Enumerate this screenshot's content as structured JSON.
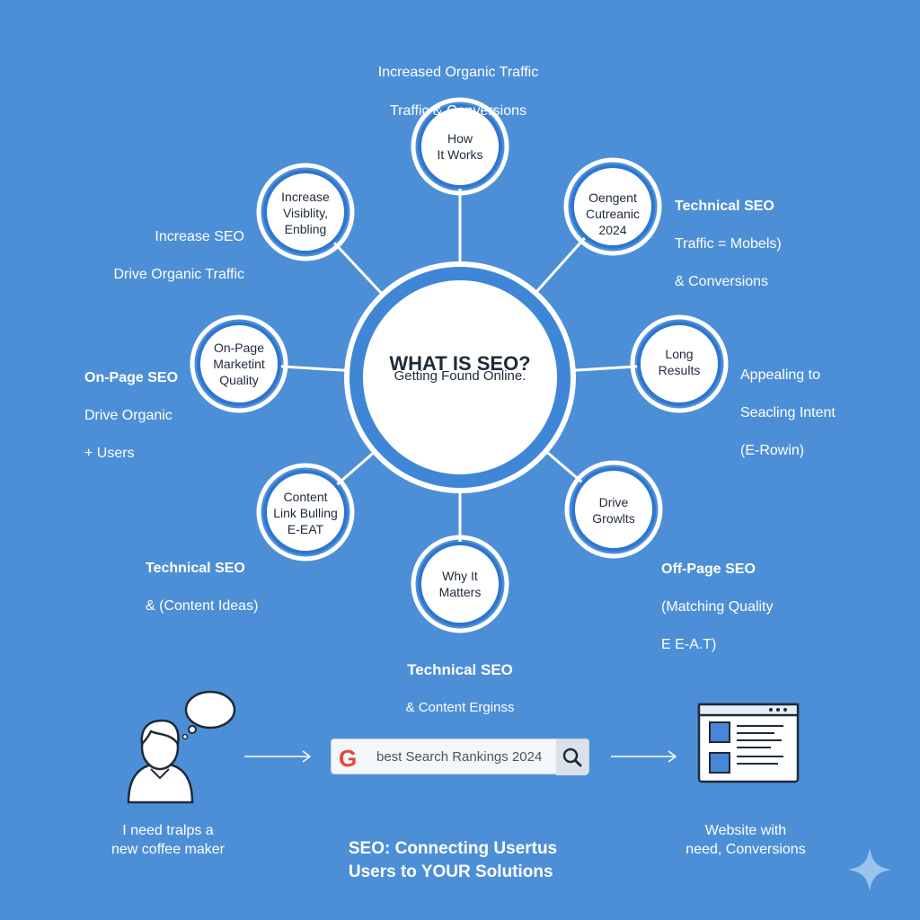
{
  "center": {
    "title": "WHAT IS SEO?",
    "subtitle": "Getting Found Online."
  },
  "nodes": [
    {
      "id": "top",
      "label": "How\nIt Works"
    },
    {
      "id": "top-right",
      "label": "Oengent\nCutreanic\n2024"
    },
    {
      "id": "right",
      "label": "Long\nResults"
    },
    {
      "id": "bottom-right",
      "label": "Drive\nGrowlts"
    },
    {
      "id": "bottom",
      "label": "Why It\nMatters"
    },
    {
      "id": "bottom-left",
      "label": "Content\nLink Bulling\nE-EAT"
    },
    {
      "id": "left",
      "label": "On-Page\nMarketint\nQuality"
    },
    {
      "id": "top-left",
      "label": "Increase\nVisiblity,\nEnbling"
    }
  ],
  "labels": {
    "top": {
      "line1": "Increased Organic Traffic",
      "line2": "Traffic & Conversions"
    },
    "top_right": {
      "head": "Technical SEO",
      "line2": "Traffic = Mobels)",
      "line3": "& Conversions"
    },
    "right": {
      "line1": "Appealing to",
      "line2": "Seacling Intent",
      "line3": "(E-Rowin)"
    },
    "bottom_right": {
      "head": "Off-Page SEO",
      "line2": "(Matching Quality",
      "line3": "E E-A.T)"
    },
    "bottom": {
      "head": "Technical SEO",
      "line2": "& Content Erginss"
    },
    "bottom_left": {
      "head": "Technical SEO",
      "line2": "& (Content Ideas)"
    },
    "left": {
      "head": "On-Page SEO",
      "line2": "Drive Organic",
      "line3": "+ Users"
    },
    "top_left": {
      "line1": "Increase SEO",
      "line2": "Drive Organic Traffic"
    }
  },
  "flow": {
    "user_caption": "I need tralps a\nnew coffee maker",
    "search_logo": "G",
    "search_query": "best Search Rankings 2024",
    "website_caption": "Website with\nneed, Conversions",
    "title": "SEO: Connecting Usertus\nUsers to YOUR Solutions"
  },
  "colors": {
    "background": "#4d8fd7",
    "ring": "#2f76cf",
    "text_dark": "#1e2a3a"
  }
}
